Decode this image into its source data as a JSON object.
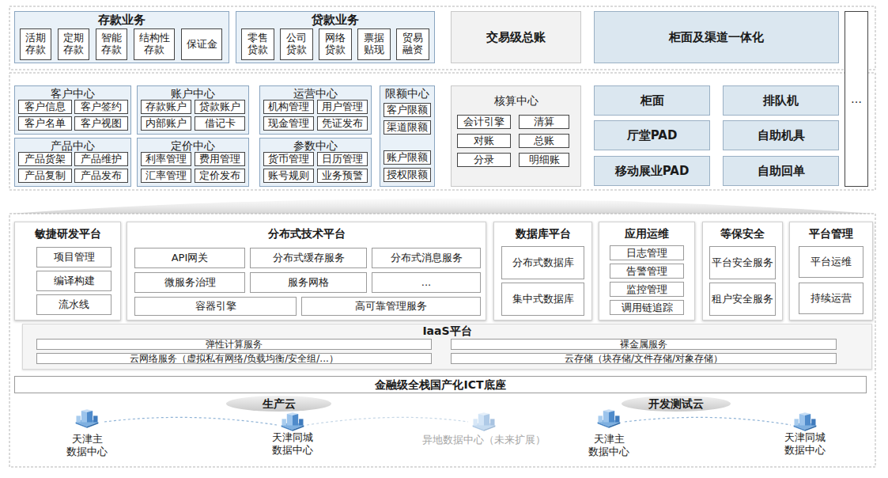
{
  "diagram": {
    "nodes": [
      {
        "text": [
          "存款业务"
        ]
      },
      {
        "text": [
          "活期 存款"
        ],
        "in": 0
      },
      {
        "text": [
          "定期 存款"
        ],
        "in": 0
      },
      {
        "text": [
          "智能 存款"
        ],
        "in": 0
      },
      {
        "text": [
          "结构性 存款"
        ],
        "in": 0
      },
      {
        "text": [
          "保证金"
        ],
        "in": 0
      },
      {
        "text": [
          "贷款业务"
        ]
      },
      {
        "text": [
          "零售 贷款"
        ],
        "in": 6
      },
      {
        "text": [
          "公司 贷款"
        ],
        "in": 6
      },
      {
        "text": [
          "网络 贷款"
        ],
        "in": 6
      },
      {
        "text": [
          "票据 贴现"
        ],
        "in": 6
      },
      {
        "text": [
          "贸易 融资"
        ],
        "in": 6
      },
      {
        "text": [
          "交易级总账"
        ]
      },
      {
        "text": [
          "柜面及渠道一体化"
        ]
      },
      {
        "text": [
          "…"
        ]
      },
      {
        "text": [
          "客户中心"
        ]
      },
      {
        "text": [
          "客户信息"
        ],
        "in": 15
      },
      {
        "text": [
          "客户签约"
        ],
        "in": 15
      },
      {
        "text": [
          "客户名单"
        ],
        "in": 15
      },
      {
        "text": [
          "客户视图"
        ],
        "in": 15
      },
      {
        "text": [
          "产品中心"
        ]
      },
      {
        "text": [
          "产品货架"
        ],
        "in": 20
      },
      {
        "text": [
          "产品维护"
        ],
        "in": 20
      },
      {
        "text": [
          "产品复制"
        ],
        "in": 20
      },
      {
        "text": [
          "产品发布"
        ],
        "in": 20
      },
      {
        "text": [
          "账户中心"
        ]
      },
      {
        "text": [
          "存款账户"
        ],
        "in": 25
      },
      {
        "text": [
          "贷款账户"
        ],
        "in": 25
      },
      {
        "text": [
          "内部账户"
        ],
        "in": 25
      },
      {
        "text": [
          "借记卡"
        ],
        "in": 25
      },
      {
        "text": [
          "定价中心"
        ]
      },
      {
        "text": [
          "利率管理"
        ],
        "in": 30
      },
      {
        "text": [
          "费用管理"
        ],
        "in": 30
      },
      {
        "text": [
          "汇率管理"
        ],
        "in": 30
      },
      {
        "text": [
          "定价发布"
        ],
        "in": 30
      },
      {
        "text": [
          "运营中心"
        ]
      },
      {
        "text": [
          "机构管理"
        ],
        "in": 35
      },
      {
        "text": [
          "用户管理"
        ],
        "in": 35
      },
      {
        "text": [
          "现金管理"
        ],
        "in": 35
      },
      {
        "text": [
          "凭证发布"
        ],
        "in": 35
      },
      {
        "text": [
          "参数中心"
        ]
      },
      {
        "text": [
          "货币管理"
        ],
        "in": 40
      },
      {
        "text": [
          "日历管理"
        ],
        "in": 40
      },
      {
        "text": [
          "账号规则"
        ],
        "in": 40
      },
      {
        "text": [
          "业务预警"
        ],
        "in": 40
      },
      {
        "text": [
          "限额中心"
        ]
      },
      {
        "text": [
          "客户限额"
        ],
        "in": 45
      },
      {
        "text": [
          "渠道限额"
        ],
        "in": 45
      },
      {
        "text": [
          "账户限额"
        ],
        "in": 45
      },
      {
        "text": [
          "授权限额"
        ],
        "in": 45
      },
      {
        "text": [
          "核算中心"
        ]
      },
      {
        "text": [
          "会计引擎"
        ],
        "in": 50
      },
      {
        "text": [
          "清算"
        ],
        "in": 50
      },
      {
        "text": [
          "对账"
        ],
        "in": 50
      },
      {
        "text": [
          "总账"
        ],
        "in": 50
      },
      {
        "text": [
          "分录"
        ],
        "in": 50
      },
      {
        "text": [
          "明细账"
        ],
        "in": 50
      },
      {
        "text": [
          "柜面"
        ]
      },
      {
        "text": [
          "排队机"
        ]
      },
      {
        "text": [
          "厅堂PAD"
        ]
      },
      {
        "text": [
          "自助机具"
        ]
      },
      {
        "text": [
          "移动展业PAD"
        ]
      },
      {
        "text": [
          "自助回单"
        ]
      },
      {
        "text": [
          "敏捷研发平台"
        ]
      },
      {
        "text": [
          "项目管理"
        ],
        "in": 63
      },
      {
        "text": [
          "编译构建"
        ],
        "in": 63
      },
      {
        "text": [
          "流水线"
        ],
        "in": 63
      },
      {
        "text": [
          "分布式技术平台"
        ]
      },
      {
        "text": [
          "API网关"
        ],
        "in": 67
      },
      {
        "text": [
          "分布式缓存服务"
        ],
        "in": 67
      },
      {
        "text": [
          "分布式消息服务"
        ],
        "in": 67
      },
      {
        "text": [
          "微服务治理"
        ],
        "in": 67
      },
      {
        "text": [
          "服务网格"
        ],
        "in": 67
      },
      {
        "text": [
          "..."
        ],
        "in": 67
      },
      {
        "text": [
          "容器引擎"
        ],
        "in": 67
      },
      {
        "text": [
          "高可靠管理服务"
        ],
        "in": 67
      },
      {
        "text": [
          "数据库平台"
        ]
      },
      {
        "text": [
          "分布式数据库"
        ],
        "in": 76
      },
      {
        "text": [
          "集中式数据库"
        ],
        "in": 76
      },
      {
        "text": [
          "应用运维"
        ]
      },
      {
        "text": [
          "日志管理"
        ],
        "in": 79
      },
      {
        "text": [
          "告警管理"
        ],
        "in": 79
      },
      {
        "text": [
          "监控管理"
        ],
        "in": 79
      },
      {
        "text": [
          "调用链追踪"
        ],
        "in": 79
      },
      {
        "text": [
          "等保安全"
        ]
      },
      {
        "text": [
          "平台安全服务"
        ],
        "in": 84
      },
      {
        "text": [
          "租户安全服务"
        ],
        "in": 84
      },
      {
        "text": [
          "平台管理"
        ]
      },
      {
        "text": [
          "平台运维"
        ],
        "in": 87
      },
      {
        "text": [
          "持续运营"
        ],
        "in": 87
      },
      {
        "text": [
          "IaaS平台"
        ]
      },
      {
        "text": [
          "弹性计算服务"
        ],
        "in": 90
      },
      {
        "text": [
          "裸金属服务"
        ],
        "in": 90
      },
      {
        "text": [
          "云网络服务（虚拟私有网络/负载均衡/安全组/...）"
        ],
        "in": 90
      },
      {
        "text": [
          "云存储（块存储/文件存储/对象存储）"
        ],
        "in": 90
      },
      {
        "text": [
          "金融级全栈国产化ICT底座"
        ]
      },
      {
        "text": [
          "生产云"
        ]
      },
      {
        "text": [
          "开发测试云"
        ]
      }
    ],
    "labels": [
      "天津主 数据中心",
      "天津同城 数据中心",
      "异地数据中心（未来扩展）",
      "天津主 数据中心",
      "天津同城 数据中心"
    ]
  }
}
